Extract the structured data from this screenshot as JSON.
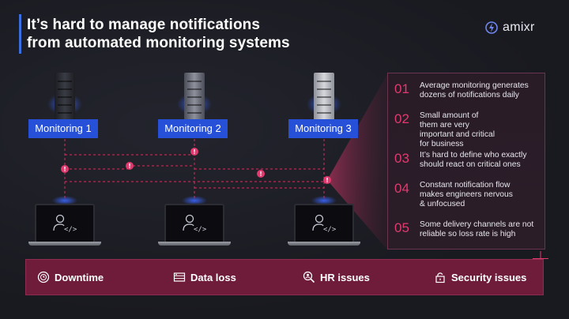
{
  "header": {
    "title_line1": "It’s hard to manage notifications",
    "title_line2": "from automated monitoring systems",
    "brand": "amixr"
  },
  "monitors": [
    {
      "label": "Monitoring 1"
    },
    {
      "label": "Monitoring 2"
    },
    {
      "label": "Monitoring 3"
    }
  ],
  "alert_icon": "alert-dot-icon",
  "laptop_icon": "developer-user-icon",
  "problems": [
    {
      "num": "01",
      "text": "Average monitoring generates dozens of notifications daily"
    },
    {
      "num": "02",
      "text": "Small amount of them are very important and critical for business"
    },
    {
      "num": "03",
      "text": "It’s hard to define who exactly should react on critical ones"
    },
    {
      "num": "04",
      "text": "Constant notification flow makes engineers nervous & unfocused"
    },
    {
      "num": "05",
      "text": "Some delivery channels are not reliable so loss rate is high"
    }
  ],
  "issues": [
    {
      "label": "Downtime",
      "icon": "clock-icon"
    },
    {
      "label": "Data loss",
      "icon": "storage-icon"
    },
    {
      "label": "HR issues",
      "icon": "user-search-icon"
    },
    {
      "label": "Security issues",
      "icon": "lock-icon"
    }
  ],
  "colors": {
    "accent_blue": "#2750d8",
    "accent_pink": "#e23a6e",
    "bar_bg": "#6e1c3a",
    "background": "#1a1b22"
  }
}
